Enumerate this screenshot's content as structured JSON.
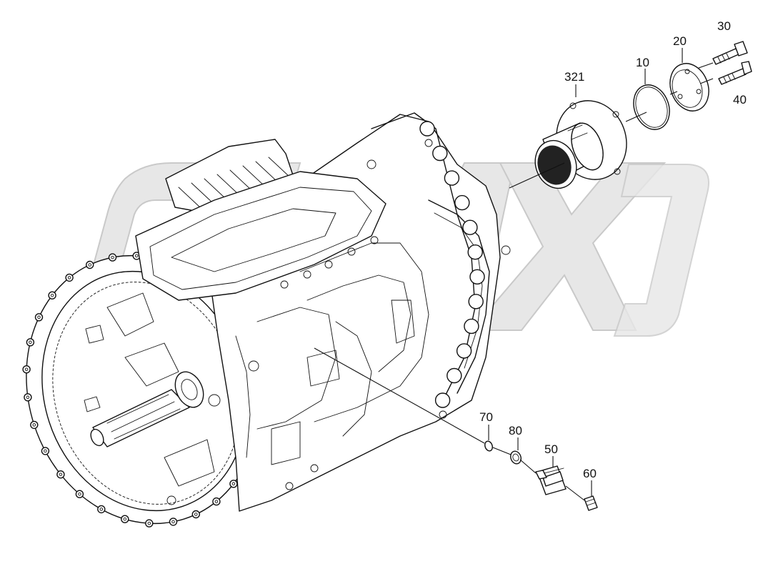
{
  "callouts": {
    "c321": "321",
    "c10": "10",
    "c20": "20",
    "c30": "30",
    "c40": "40",
    "c70": "70",
    "c80": "80",
    "c50": "50",
    "c60": "60"
  },
  "colors": {
    "line": "#111111",
    "watermark": "#e7e7e7",
    "background": "#ffffff"
  }
}
